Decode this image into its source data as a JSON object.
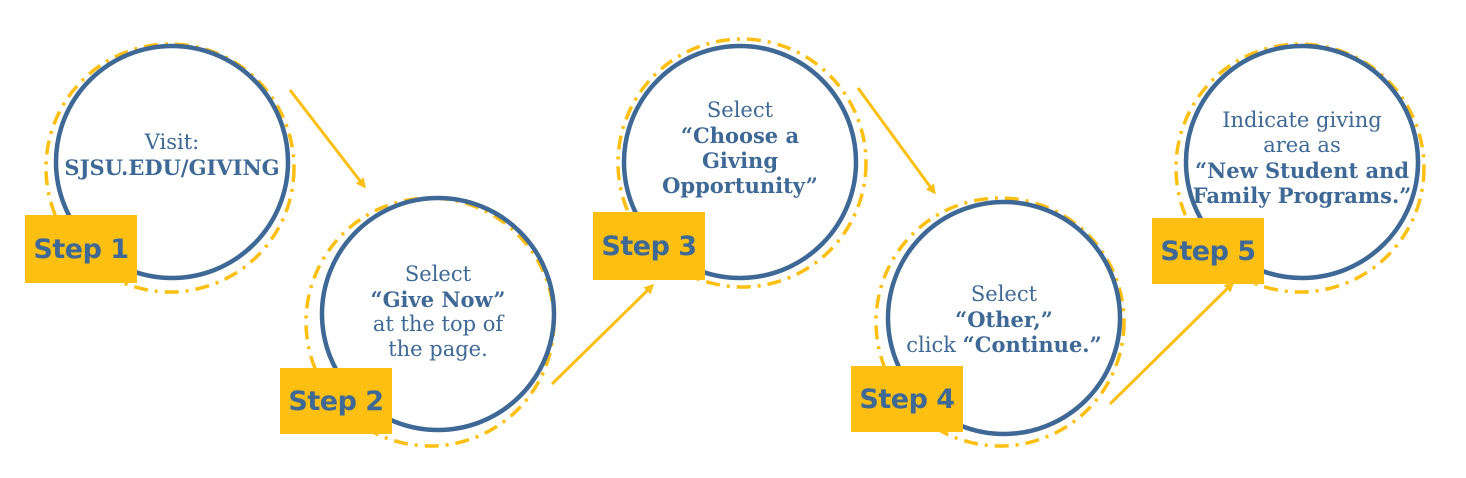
{
  "colors": {
    "ring": "#3e6895",
    "accent": "#fdbf12",
    "text": "#3e6895"
  },
  "steps": [
    {
      "badge": "Step 1",
      "lines": [
        {
          "text": "Visit:",
          "bold": false
        },
        {
          "text": "SJSU.EDU/GIVING",
          "bold": true
        }
      ]
    },
    {
      "badge": "Step 2",
      "lines": [
        {
          "text": "Select",
          "bold": false
        },
        {
          "text": "“Give Now”",
          "bold": true
        },
        {
          "text": "at the top of",
          "bold": false
        },
        {
          "text": "the page.",
          "bold": false
        }
      ]
    },
    {
      "badge": "Step 3",
      "lines": [
        {
          "text": "Select",
          "bold": false
        },
        {
          "text": "“Choose a",
          "bold": true
        },
        {
          "text": "Giving",
          "bold": true
        },
        {
          "text": "Opportunity”",
          "bold": true
        }
      ]
    },
    {
      "badge": "Step 4",
      "line1": "Select",
      "line2": "“Other,”",
      "line3_plain": "click",
      "line3_bold": "“Continue.”"
    },
    {
      "badge": "Step 5",
      "lines": [
        {
          "text": "Indicate giving",
          "bold": false
        },
        {
          "text": "area as",
          "bold": false
        },
        {
          "text": "“New Student and",
          "bold": true
        },
        {
          "text": "Family Programs.”",
          "bold": true
        }
      ]
    }
  ]
}
